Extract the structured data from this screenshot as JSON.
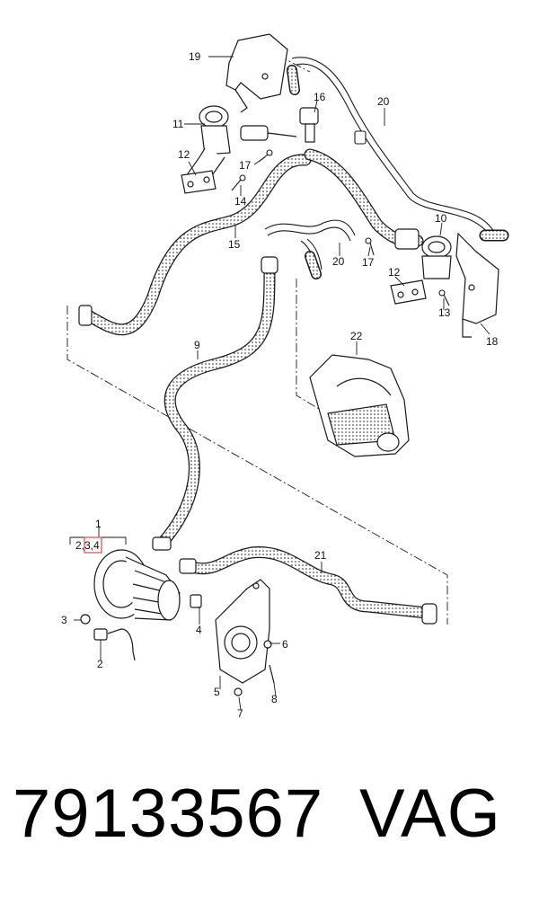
{
  "callouts": {
    "n1": "1",
    "n2_3_4": "2,3,4",
    "n2": "2",
    "n3": "3",
    "n4": "4",
    "n5": "5",
    "n6": "6",
    "n7": "7",
    "n8": "8",
    "n9": "9",
    "n10": "10",
    "n11": "11",
    "n12a": "12",
    "n12b": "12",
    "n13": "13",
    "n14": "14",
    "n15": "15",
    "n16": "16",
    "n17a": "17",
    "n17b": "17",
    "n18": "18",
    "n19": "19",
    "n20a": "20",
    "n20b": "20",
    "n21": "21",
    "n22": "22"
  },
  "footer": {
    "part_number": "79133567",
    "brand": "VAG"
  },
  "colors": {
    "line": "#1a1a1a",
    "highlight": "#e06060",
    "hose_fill": "#ffffff"
  }
}
